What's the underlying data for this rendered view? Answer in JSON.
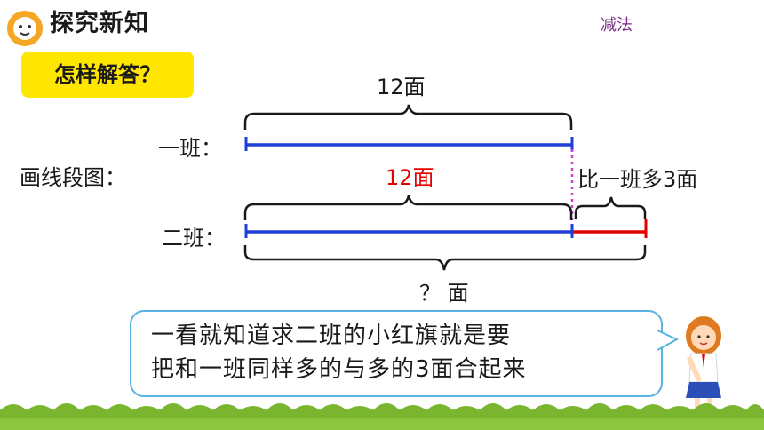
{
  "header": {
    "title": "探究新知",
    "topic": "减法"
  },
  "question": "怎样解答？",
  "diagram": {
    "title": "画线段图：",
    "row1_label": "一班：",
    "row2_label": "二班：",
    "total_class1": "12面",
    "red_label": "12面",
    "difference_label": "比一班多3面",
    "unknown_label": "？ 面"
  },
  "bubble": {
    "line1": "一看就知道求二班的小红旗就是要",
    "line2": "把和一班同样多的与多的3面合起来"
  },
  "colors": {
    "blue": "#1f3fd6",
    "red": "#e20000",
    "yellow": "#ffe600",
    "bubble_border": "#5ab4e0",
    "grass": "#8cc63f"
  }
}
